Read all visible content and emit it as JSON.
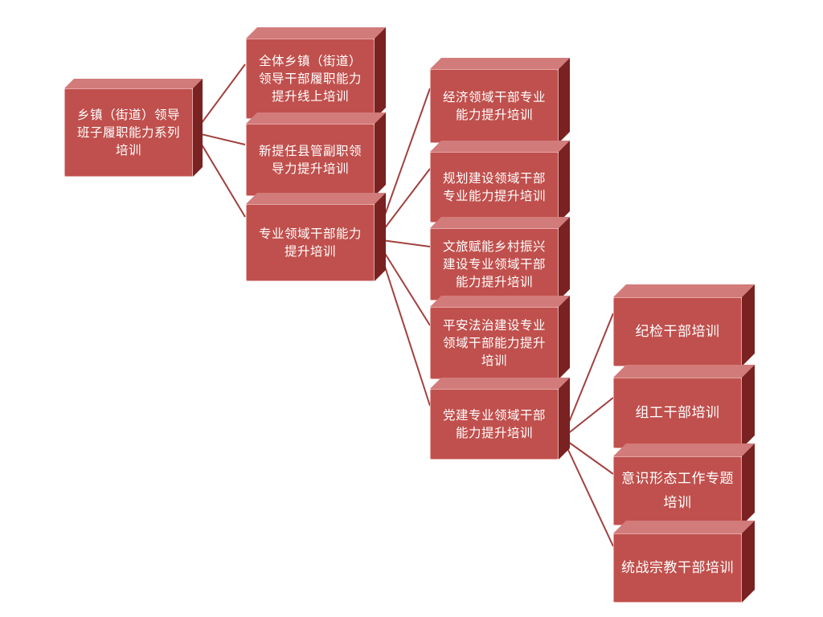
{
  "diagram": {
    "root": {
      "label": "乡镇（街道）领导班子履职能力系列培训"
    },
    "level1": [
      {
        "label": "全体乡镇（街道）领导干部履职能力提升线上培训"
      },
      {
        "label": "新提任县管副职领导力提升培训"
      },
      {
        "label": "专业领域干部能力提升培训"
      }
    ],
    "level2": [
      {
        "label": "经济领域干部专业能力提升培训"
      },
      {
        "label": "规划建设领域干部专业能力提升培训"
      },
      {
        "label": "文旅赋能乡村振兴建设专业领域干部能力提升培训"
      },
      {
        "label": "平安法治建设专业领域干部能力提升培训"
      },
      {
        "label": "党建专业领域干部能力提升培训"
      }
    ],
    "level3": [
      {
        "label": "纪检干部培训"
      },
      {
        "label": "组工干部培训"
      },
      {
        "label": "意识形态工作专题培训"
      },
      {
        "label": "统战宗教干部培训"
      }
    ]
  },
  "colors": {
    "box_face": "#c0504d",
    "box_side": "#7a2121",
    "box_top": "#d27b7b",
    "connector": "#a0413f",
    "text": "#ffffff"
  }
}
